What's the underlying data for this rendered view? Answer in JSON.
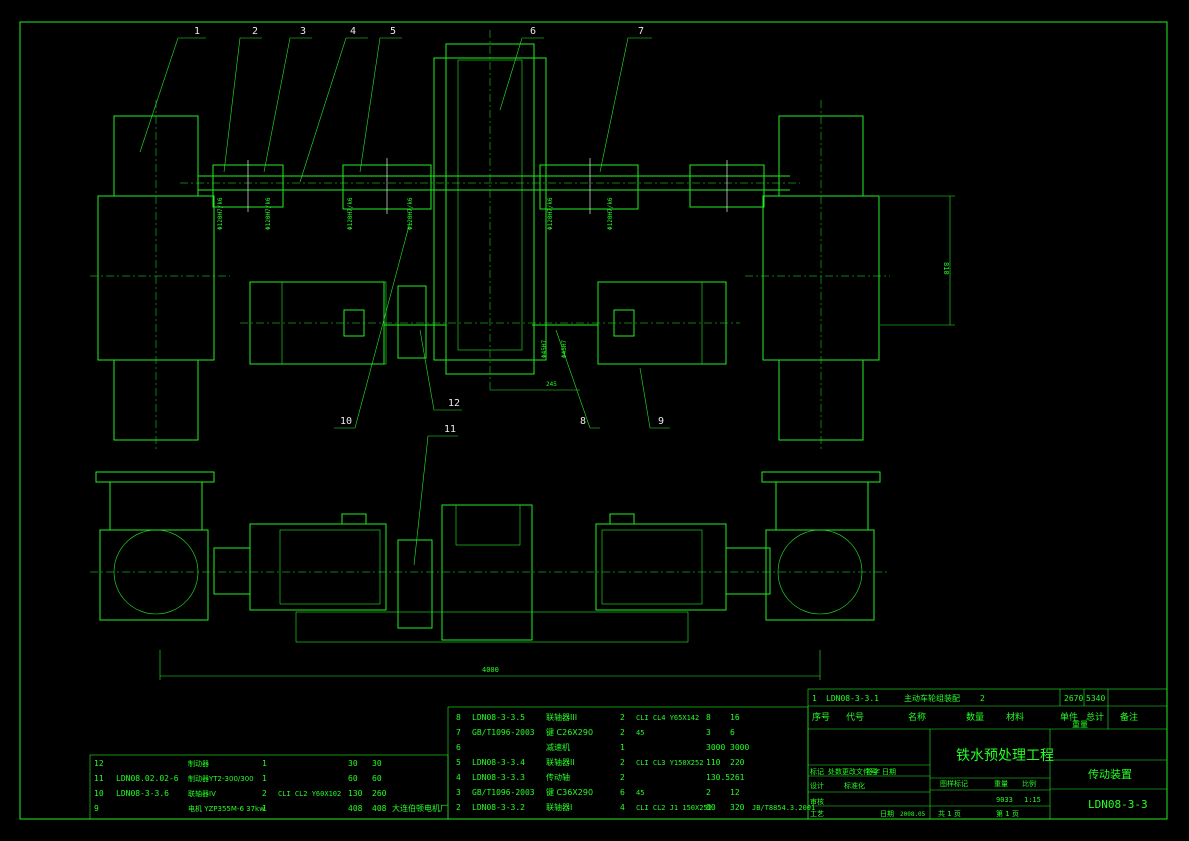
{
  "balloons": [
    "1",
    "2",
    "3",
    "4",
    "5",
    "6",
    "7",
    "8",
    "9",
    "10",
    "11",
    "12"
  ],
  "dimensions": {
    "height_right": "810",
    "offset_center": "245",
    "overall_width": "4000"
  },
  "shaft_labels": [
    "Φ120H7/k6",
    "Φ120H7/k6",
    "Φ120H7/k6",
    "Φ120H7/k6",
    "Φ120H7/k6",
    "Φ120H7/k6",
    "Φ45H7",
    "Φ45H7"
  ],
  "ref_row": {
    "no": "1",
    "code": "LDN08-3-3.1",
    "name": "主动车轮组装配",
    "qty": "2",
    "m1": "2670",
    "m2": "5340"
  },
  "bom_header": [
    "序号",
    "代号",
    "名称",
    "数量",
    "材料",
    "单件",
    "总计",
    "备注"
  ],
  "bom_mass_label": "重量",
  "bom_right": [
    {
      "no": "8",
      "code": "LDN08-3-3.5",
      "name": "联轴器III",
      "qty": "2",
      "mat": "CLI CL4 Y65X142",
      "m1": "8",
      "m2": "16"
    },
    {
      "no": "7",
      "code": "GB/T1096-2003",
      "name": "键 C26X290",
      "qty": "2",
      "mat": "45",
      "m1": "3",
      "m2": "6"
    },
    {
      "no": "6",
      "code": "",
      "name": "减速机",
      "qty": "1",
      "mat": "",
      "m1": "3000",
      "m2": "3000"
    },
    {
      "no": "5",
      "code": "LDN08-3-3.4",
      "name": "联轴器II",
      "qty": "2",
      "mat": "CLI CL3 Y150X252",
      "m1": "110",
      "m2": "220"
    },
    {
      "no": "4",
      "code": "LDN08-3-3.3",
      "name": "传动轴",
      "qty": "2",
      "mat": "",
      "m1": "130.5",
      "m2": "261"
    },
    {
      "no": "3",
      "code": "GB/T1096-2003",
      "name": "键 C36X290",
      "qty": "6",
      "mat": "45",
      "m1": "2",
      "m2": "12"
    },
    {
      "no": "2",
      "code": "LDN08-3-3.2",
      "name": "联轴器I",
      "qty": "4",
      "mat": "CLI CL2 J1 150X252",
      "m1": "80",
      "m2": "320",
      "note": "JB/T8854.3.2001"
    }
  ],
  "bom_left": [
    {
      "no": "12",
      "code": "",
      "name": "制动器",
      "qty": "1",
      "mat": "",
      "m1": "30",
      "m2": "30"
    },
    {
      "no": "11",
      "code": "LDN08.02.02-6",
      "name": "制动器YT2-300/300",
      "qty": "1",
      "mat": "",
      "m1": "60",
      "m2": "60"
    },
    {
      "no": "10",
      "code": "LDN08-3-3.6",
      "name": "联轴器IV",
      "qty": "2",
      "mat": "CLI CL2 Y60X102",
      "m1": "130",
      "m2": "260"
    },
    {
      "no": "9",
      "code": "",
      "name": "电机 YZP355M-6 37kw",
      "qty": "1",
      "mat": "",
      "m1": "408",
      "m2": "408",
      "note": "大连伯顿电机厂"
    }
  ],
  "title_block": {
    "project": "铁水预处理工程",
    "drawing_title": "传动装置",
    "drawing_no": "LDN08-3-3",
    "mass": "9033",
    "scale": "1:15",
    "sheet_total": "共 1 页",
    "sheet_no": "第 1 页",
    "labels": [
      "标记",
      "处数",
      "更改文件号",
      "签字",
      "日期",
      "设计",
      "标准化",
      "审核",
      "工艺",
      "日期",
      "图样标记",
      "重量",
      "比例"
    ],
    "date_code": "2008.05"
  }
}
